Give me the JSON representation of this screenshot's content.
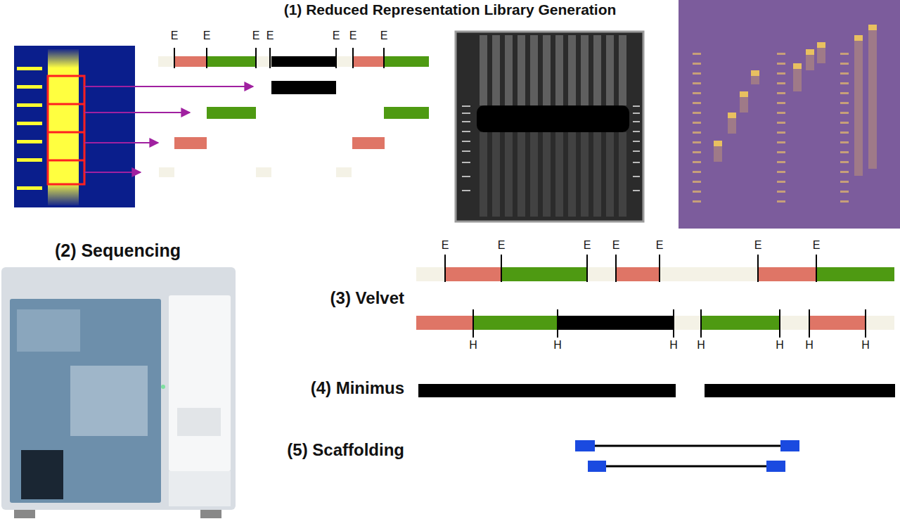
{
  "diagram": {
    "labels": [
      "(1) Reduced Representation Library Generation",
      "E",
      "E",
      "E",
      "E",
      "E",
      "E",
      "E",
      "(2) Sequencing",
      "E",
      "E",
      "E",
      "E",
      "E",
      "E",
      "E",
      "(3) Velvet",
      "H",
      "H",
      "H",
      "H",
      "H",
      "H",
      "H",
      "(4) Minimus",
      "(5) Scaffolding"
    ]
  }
}
